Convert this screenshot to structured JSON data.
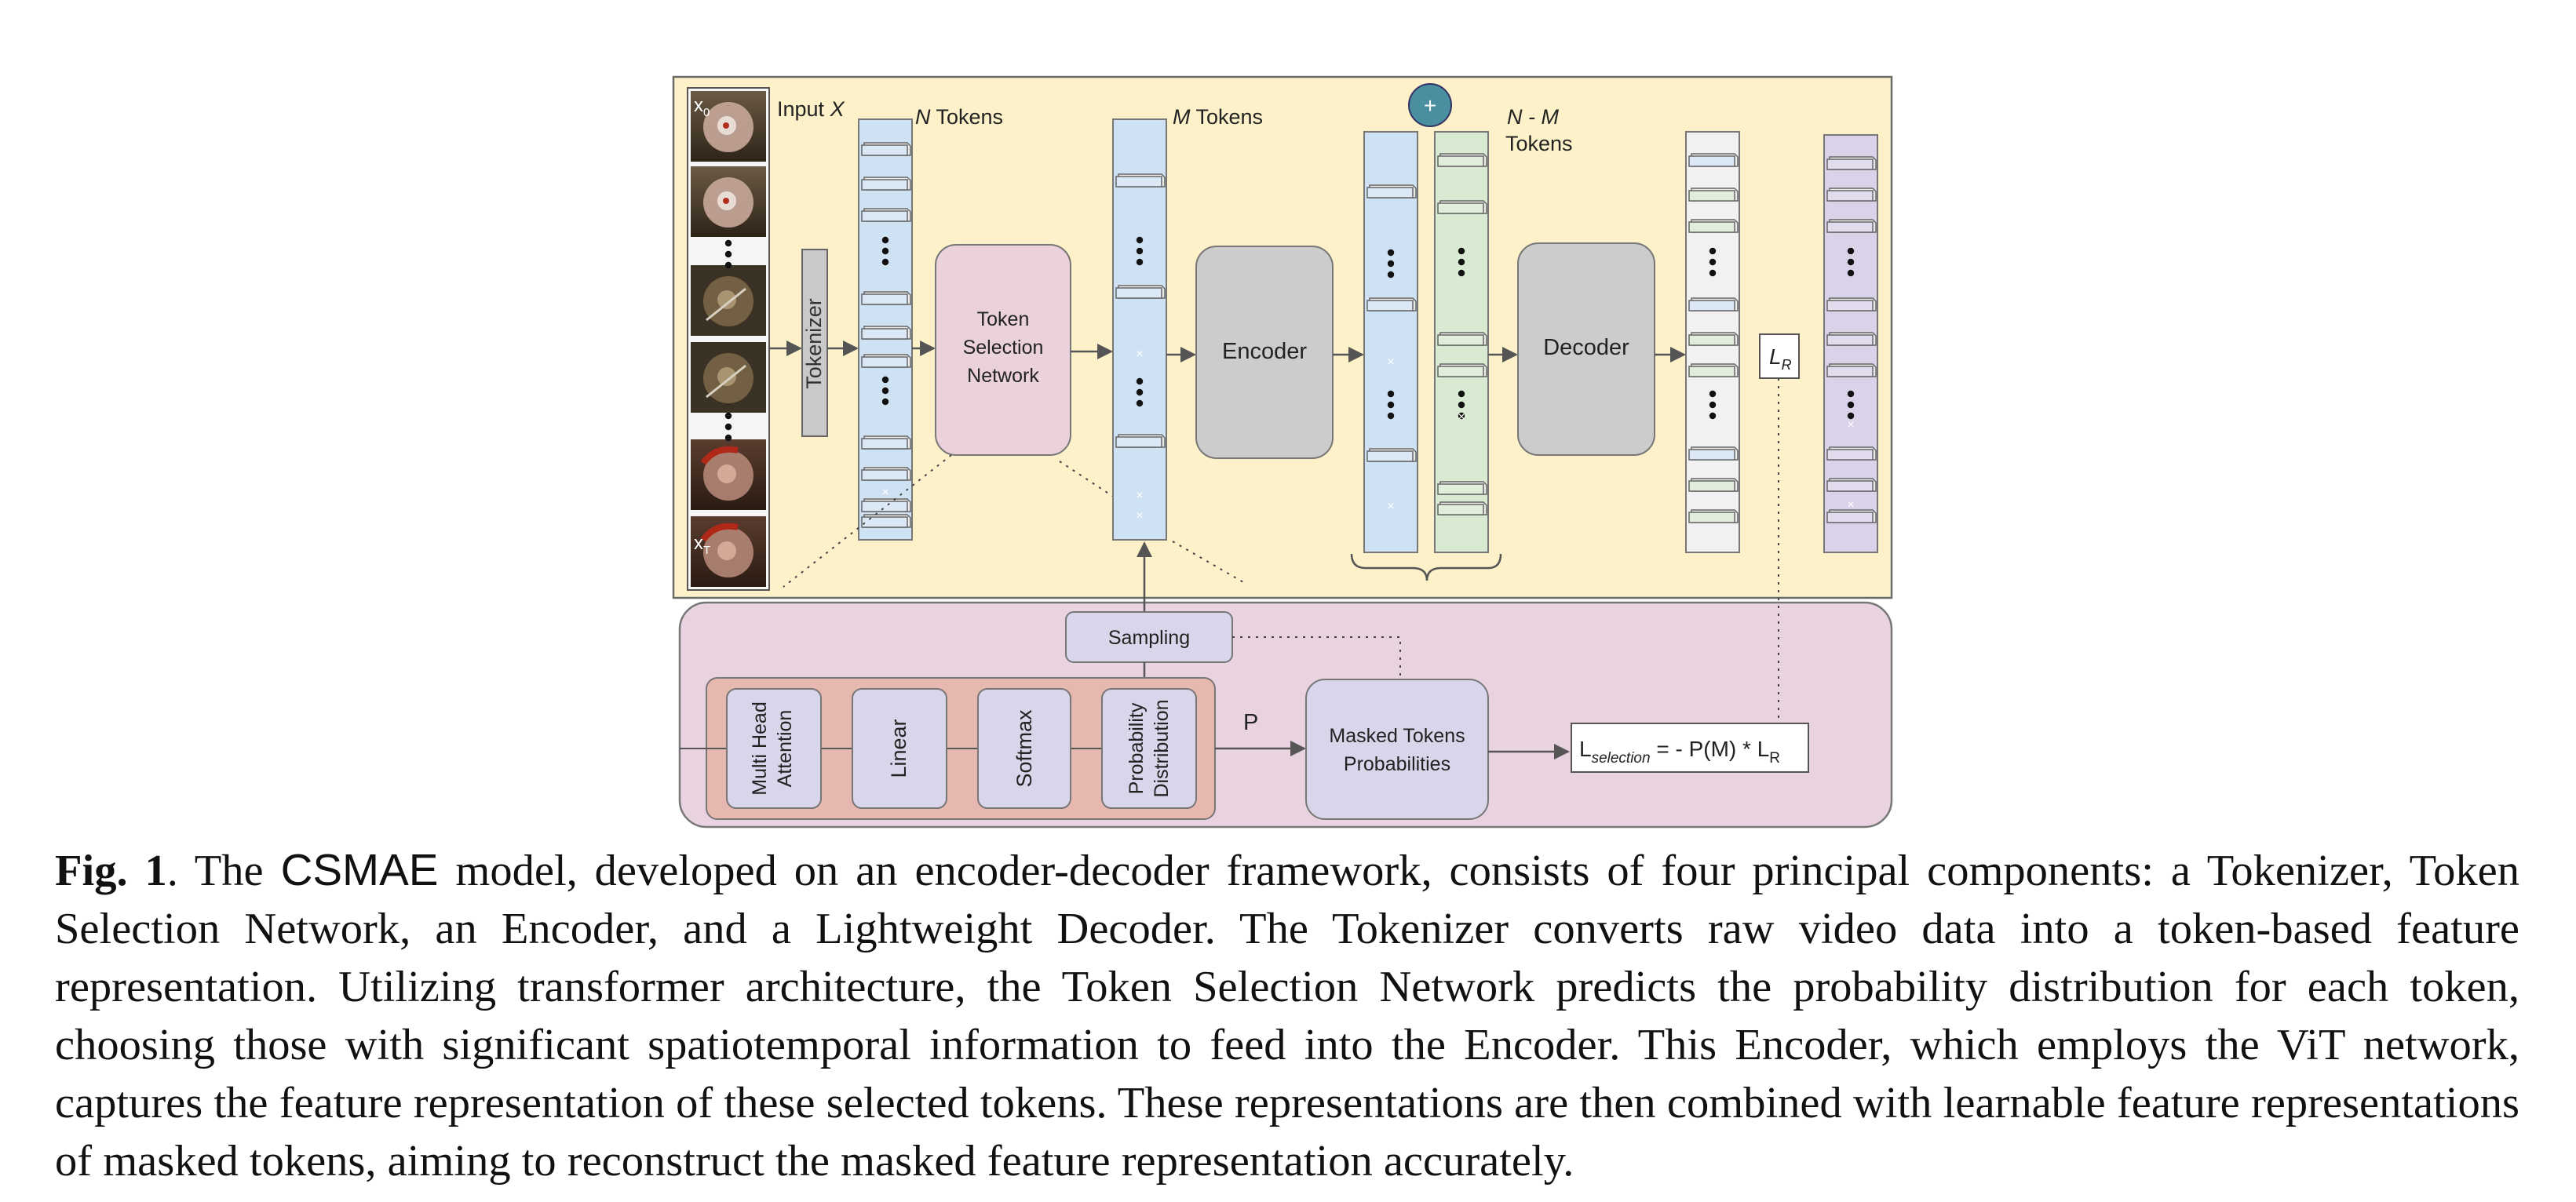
{
  "input": {
    "label": "Input",
    "var": "X",
    "frame_first": "x",
    "frame_first_sub": "0",
    "frame_last": "x",
    "frame_last_sub": "T"
  },
  "tokenizer": {
    "label": "Tokenizer"
  },
  "n_tokens": {
    "var": "N",
    "label": " Tokens"
  },
  "tsn": {
    "line1": "Token",
    "line2": "Selection",
    "line3": "Network"
  },
  "m_tokens": {
    "var": "M",
    "label": " Tokens"
  },
  "encoder": {
    "label": "Encoder"
  },
  "plus": {
    "symbol": "+"
  },
  "nm_tokens": {
    "line1": "N - M",
    "line2": "Tokens"
  },
  "decoder": {
    "label": "Decoder"
  },
  "loss_r": {
    "main": "L",
    "sub": "R"
  },
  "sampling": {
    "label": "Sampling"
  },
  "mha": {
    "line1": "Multi Head",
    "line2": "Attention"
  },
  "linear": {
    "label": "Linear"
  },
  "softmax": {
    "label": "Softmax"
  },
  "probdist": {
    "line1": "Probability",
    "line2": "Distribution"
  },
  "p_label": {
    "label": "P"
  },
  "masked_probs": {
    "line1": "Masked Tokens",
    "line2": "Probabilities"
  },
  "loss_sel": {
    "main": "L",
    "sub": "selection",
    "rest": " = - P(M) * L",
    "rest_sub": "R"
  },
  "caption": {
    "bold": "Fig. 1",
    "pre": ". The ",
    "name": "CSMAE",
    "text": " model, developed on an encoder-decoder framework, consists of four principal components: a Tokenizer, Token Selection Network, an Encoder, and a Lightweight Decoder. The Tokenizer converts raw video data into a token-based feature representation. Utilizing transformer architecture, the Token Selection Network predicts the probability distribution for each token, choosing those with significant spatiotemporal information to feed into the Encoder. This Encoder, which employs the ViT network, captures the feature representation of these selected tokens. These representations are then combined with learnable feature representations of masked tokens, aiming to reconstruct the masked feature representation accurately."
  },
  "colors": {
    "top_bg": "#fdf1c9",
    "bottom_bg": "#ead3e0",
    "token_blue": "#cfe2f3",
    "token_green": "#d9ead3",
    "token_gray": "#f1f1f1",
    "token_purple": "#d9d2e9",
    "tsn_pink": "#ead1dc",
    "block_gray": "#cccccc",
    "salmon": "#e6b8af",
    "lavender": "#d9d5ea"
  }
}
